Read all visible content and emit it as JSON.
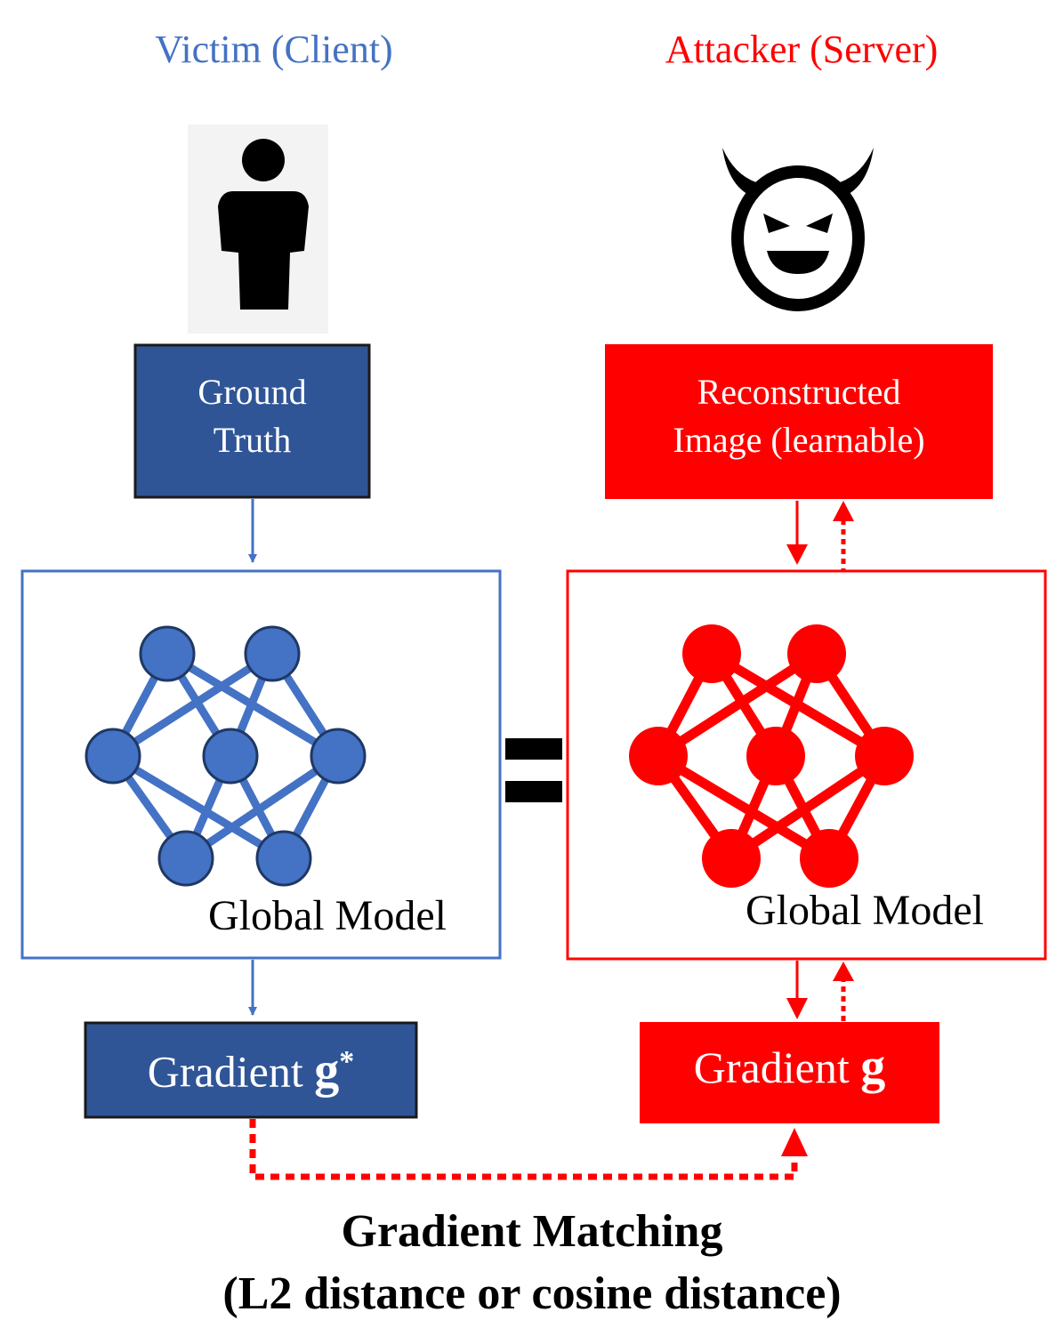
{
  "victim": {
    "title": "Victim (Client)",
    "input_box": {
      "line1": "Ground",
      "line2": "Truth"
    },
    "model_label": "Global Model",
    "gradient_label": "Gradient",
    "gradient_symbol": "g",
    "gradient_superscript": "*"
  },
  "attacker": {
    "title": "Attacker (Server)",
    "input_box": {
      "line1": "Reconstructed",
      "line2": "Image (learnable)"
    },
    "model_label": "Global Model",
    "gradient_label": "Gradient",
    "gradient_symbol": "g"
  },
  "equals_symbol": "=",
  "caption": {
    "line1": "Gradient Matching",
    "line2": "(L2 distance or cosine distance)"
  },
  "icons": {
    "victim": "person-icon",
    "attacker": "devil-face-icon"
  },
  "colors": {
    "victim_blue": "#4472C4",
    "victim_dark_blue": "#2F5597",
    "attacker_red": "#FF0000",
    "text_black": "#000000"
  }
}
